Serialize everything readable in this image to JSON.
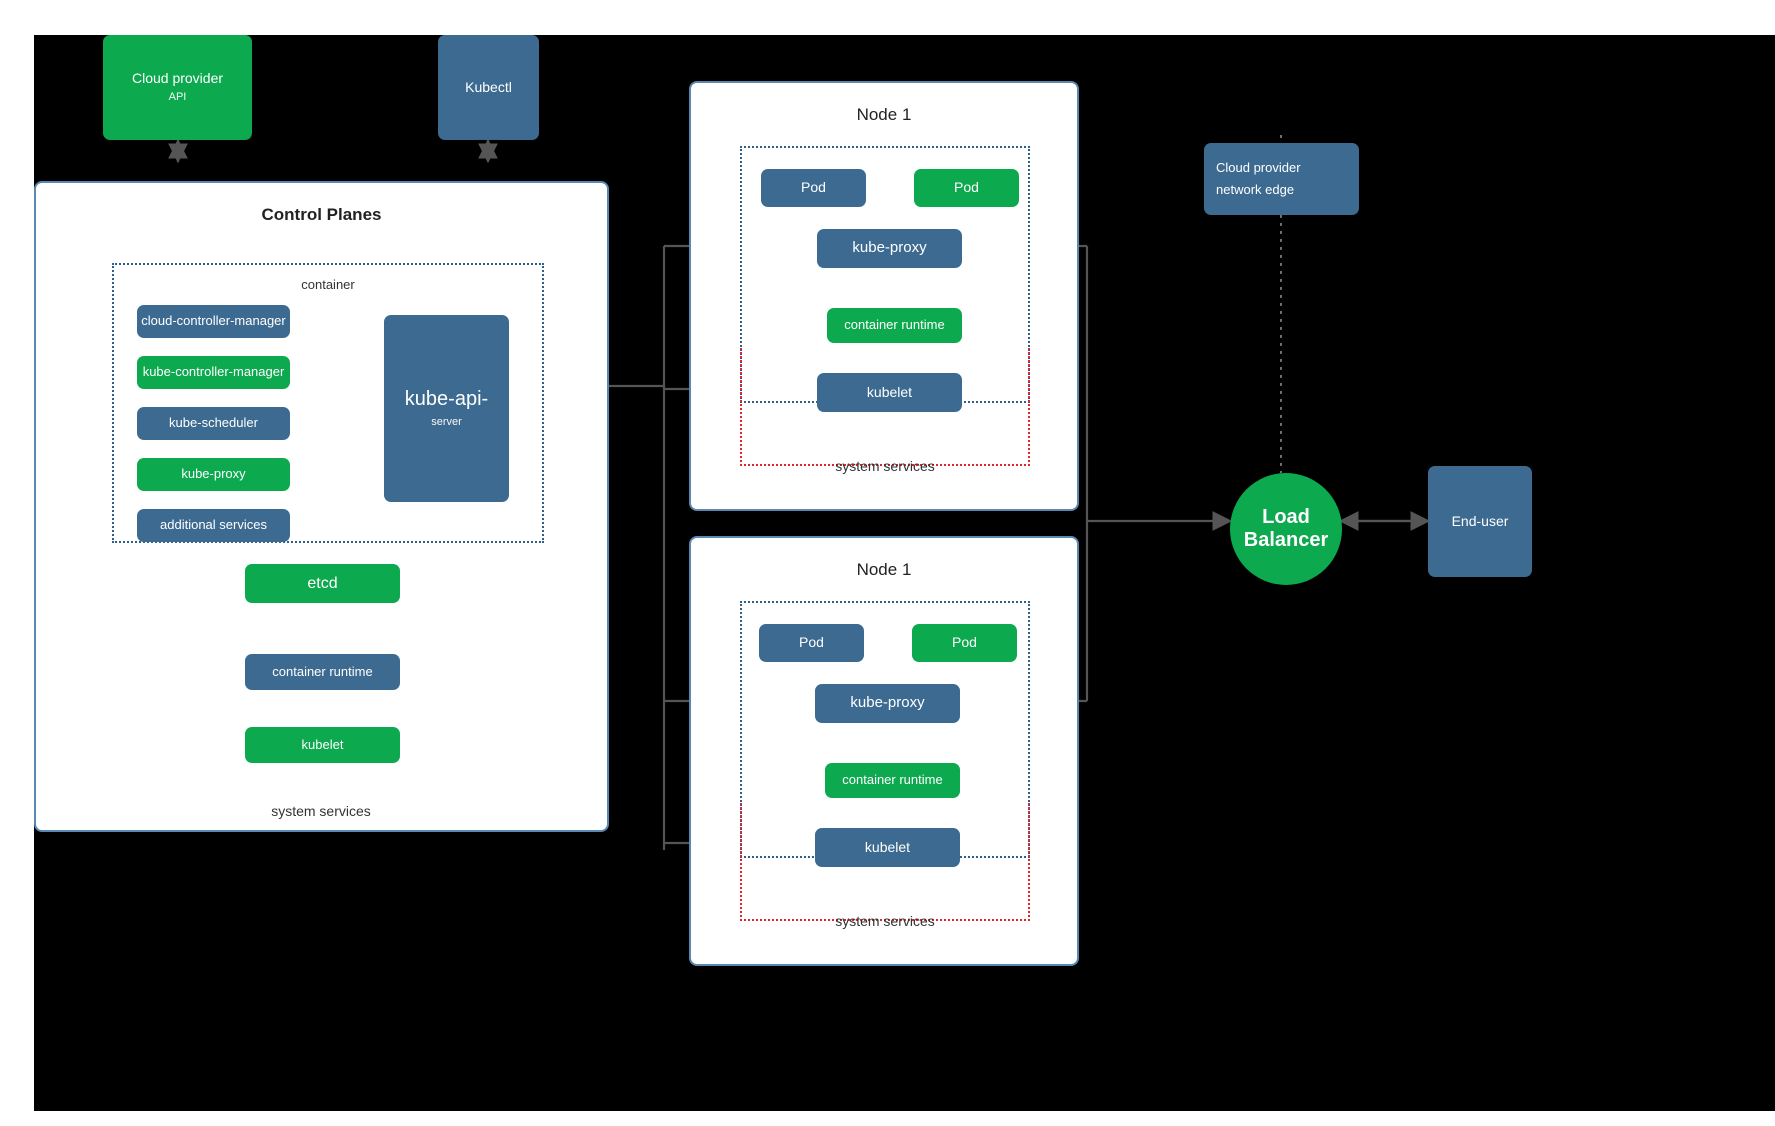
{
  "diagram": {
    "title": "Kubernetes cluster architecture",
    "colors": {
      "green": "#0ca94e",
      "blue": "#3d6a90",
      "panel_border": "#5b87b3",
      "dotted_blue": "#2e5f8a",
      "dotted_red": "#e0262c",
      "background": "#000000",
      "arrow": "#555555"
    }
  },
  "external": {
    "cloud_provider": {
      "line1": "Cloud provider",
      "line2": "API"
    },
    "kubectl": {
      "label": "Kubectl"
    },
    "cloud_network_edge": {
      "line1": "Cloud provider",
      "line2": "network edge"
    },
    "load_balancer": {
      "line1": "Load",
      "line2": "Balancer"
    },
    "end_user": {
      "label": "End-user"
    }
  },
  "control_plane": {
    "title": "Control Planes",
    "container_label": "container",
    "system_services_label": "system services",
    "components": [
      {
        "label": "cloud-controller-manager",
        "color": "blue"
      },
      {
        "label": "kube-controller-manager",
        "color": "green"
      },
      {
        "label": "kube-scheduler",
        "color": "blue"
      },
      {
        "label": "kube-proxy",
        "color": "green"
      },
      {
        "label": "additional services",
        "color": "blue"
      }
    ],
    "api_server": {
      "line1": "kube-api-",
      "line2": "server"
    },
    "etcd": {
      "label": "etcd"
    },
    "container_runtime": {
      "label": "container runtime"
    },
    "kubelet": {
      "label": "kubelet"
    }
  },
  "nodes": [
    {
      "title": "Node 1",
      "pods": [
        {
          "label": "Pod",
          "color": "blue"
        },
        {
          "label": "Pod",
          "color": "green"
        }
      ],
      "kube_proxy": {
        "label": "kube-proxy",
        "color": "blue"
      },
      "container_runtime": {
        "label": "container runtime",
        "color": "green"
      },
      "kubelet": {
        "label": "kubelet",
        "color": "blue"
      },
      "system_services_label": "system services"
    },
    {
      "title": "Node 1",
      "pods": [
        {
          "label": "Pod",
          "color": "blue"
        },
        {
          "label": "Pod",
          "color": "green"
        }
      ],
      "kube_proxy": {
        "label": "kube-proxy",
        "color": "blue"
      },
      "container_runtime": {
        "label": "container runtime",
        "color": "green"
      },
      "kubelet": {
        "label": "kubelet",
        "color": "blue"
      },
      "system_services_label": "system services"
    }
  ]
}
